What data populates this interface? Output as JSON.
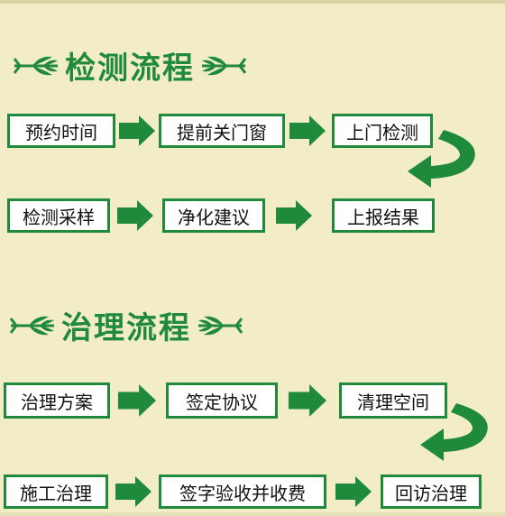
{
  "colors": {
    "accent": "#1f8a3a",
    "background": "#f2edc6",
    "box_fill": "#ffffff",
    "text": "#111111"
  },
  "sections": [
    {
      "title": "检测流程",
      "rows": [
        [
          "预约时间",
          "提前关门窗",
          "上门检测"
        ],
        [
          "检测采样",
          "净化建议",
          "上报结果"
        ]
      ]
    },
    {
      "title": "治理流程",
      "rows": [
        [
          "治理方案",
          "签定协议",
          "清理空间"
        ],
        [
          "施工治理",
          "签字验收并收费",
          "回访治理"
        ]
      ]
    }
  ],
  "icons": [
    "leaf-ornament-icon",
    "right-arrow-icon",
    "curved-return-arrow-icon"
  ]
}
